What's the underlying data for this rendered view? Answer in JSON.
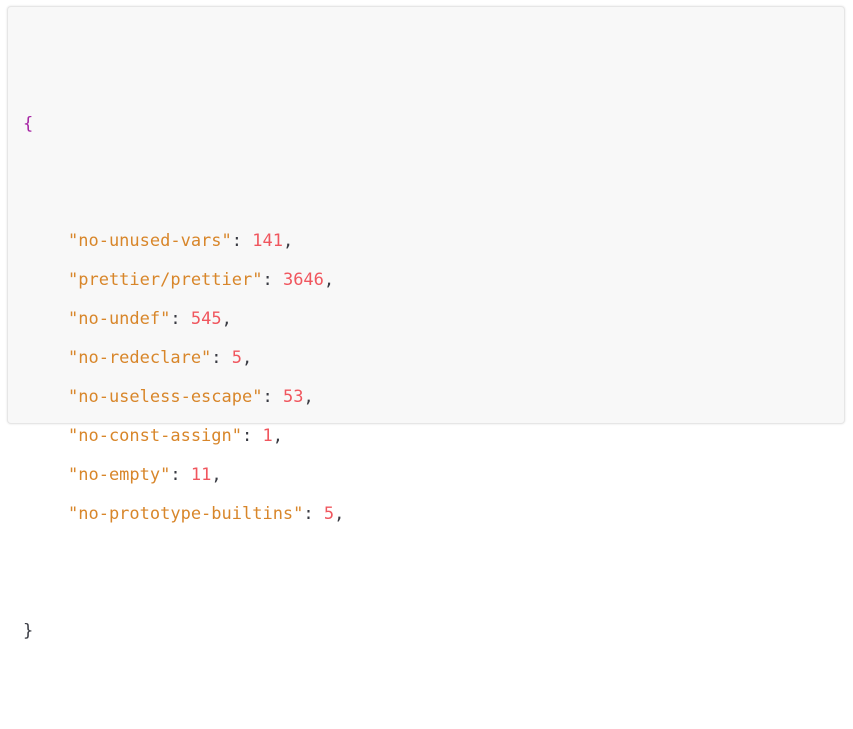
{
  "code": {
    "open_brace": "{",
    "close_brace": "}",
    "colon": ": ",
    "comma": ",",
    "entries": [
      {
        "key": "\"no-unused-vars\"",
        "value": "141"
      },
      {
        "key": "\"prettier/prettier\"",
        "value": "3646"
      },
      {
        "key": "\"no-undef\"",
        "value": "545"
      },
      {
        "key": "\"no-redeclare\"",
        "value": "5"
      },
      {
        "key": "\"no-useless-escape\"",
        "value": "53"
      },
      {
        "key": "\"no-const-assign\"",
        "value": "1"
      },
      {
        "key": "\"no-empty\"",
        "value": "11"
      },
      {
        "key": "\"no-prototype-builtins\"",
        "value": "5"
      }
    ]
  },
  "colors": {
    "background": "#f8f8f8",
    "key": "#d8862a",
    "number": "#f0565e",
    "brace_open": "#a626a4",
    "punctuation": "#383a42"
  }
}
